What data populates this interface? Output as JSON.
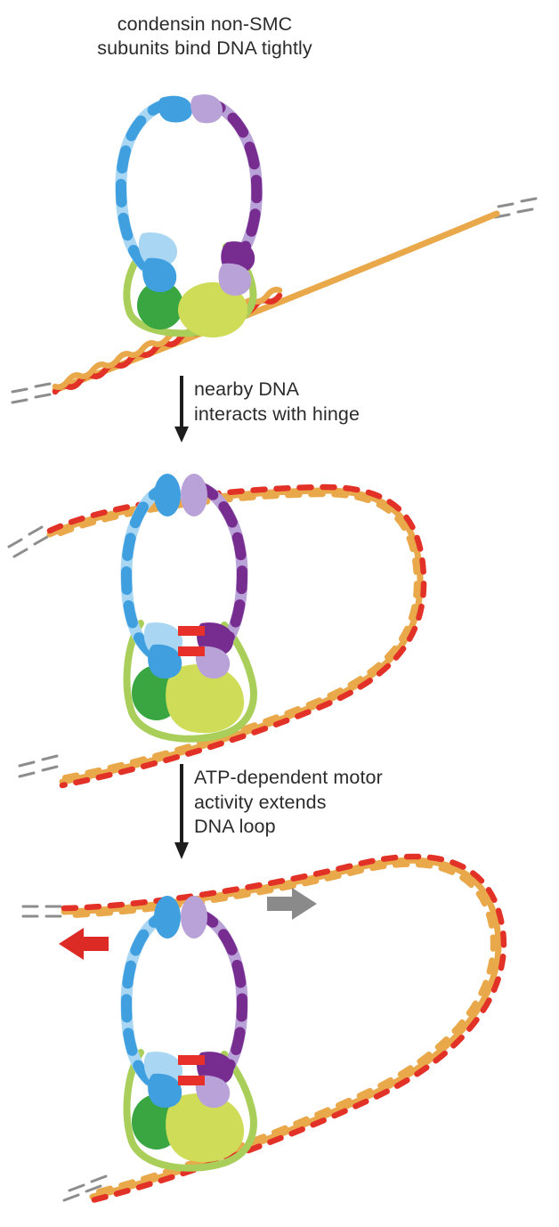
{
  "figure": {
    "title": "condensin non-SMC subunits bind DNA tightly",
    "title_line1": "condensin non-SMC",
    "title_line2": "subunits bind DNA tightly",
    "background": "#ffffff"
  },
  "steps": [
    {
      "id": "step-1",
      "label": "nearby DNA interacts with hinge",
      "line1": "nearby DNA",
      "line2": "interacts with hinge",
      "arrow": "down-arrow"
    },
    {
      "id": "step-2",
      "label": "ATP-dependent motor activity extends DNA loop",
      "line1": "ATP-dependent motor",
      "line2": "activity extends",
      "line3": "DNA loop",
      "arrow": "down-arrow"
    }
  ],
  "panels": [
    {
      "id": "panel-1",
      "name": "condensin-bound-dna",
      "description": "condensin complex resting on a straight DNA duplex"
    },
    {
      "id": "panel-2",
      "name": "dna-loop-captured",
      "description": "DNA threaded through condensin ring forming a loop"
    },
    {
      "id": "panel-3",
      "name": "dna-loop-extruded",
      "description": "extended DNA loop with directional motion arrows"
    }
  ],
  "legend": {
    "smc_arm_left": "SMC coiled-coil arm (blue)",
    "smc_arm_right": "SMC coiled-coil arm (purple)",
    "non_smc_dark": "non-SMC subunit (dark green)",
    "non_smc_light": "non-SMC subunit (yellow-green)",
    "atp_bars": "ATP engagement bars",
    "dna": "DNA double helix",
    "dna_dashes": "DNA continues"
  },
  "arrows": {
    "red_arrow": "red-left-arrow",
    "gray_arrow": "gray-right-arrow",
    "red_arrow_direction": "left",
    "gray_arrow_direction": "right"
  },
  "colors": {
    "dna_strand_a": "#e23127",
    "dna_strand_b": "#e9a94b",
    "dna_dash": "#8d8d8d",
    "smc_blue_dark": "#3f9fdf",
    "smc_blue_light": "#a9d6f2",
    "smc_purple_dark": "#772d8f",
    "smc_purple_light": "#b9a2d7",
    "non_smc_outline": "#a9cf5a",
    "non_smc_dark_green": "#39a641",
    "non_smc_yellow_green": "#cedc57",
    "atp_red": "#e8302a",
    "arrow_red": "#dc2b25",
    "arrow_gray": "#8a8a8a",
    "text": "#2b2b2b"
  },
  "chart_data": {
    "type": "diagram",
    "title": "condensin DNA loop extrusion mechanism",
    "stages": [
      {
        "order": 1,
        "caption": "condensin non-SMC subunits bind DNA tightly"
      },
      {
        "order": 2,
        "caption": "nearby DNA interacts with hinge"
      },
      {
        "order": 3,
        "caption": "ATP-dependent motor activity extends DNA loop"
      }
    ]
  }
}
